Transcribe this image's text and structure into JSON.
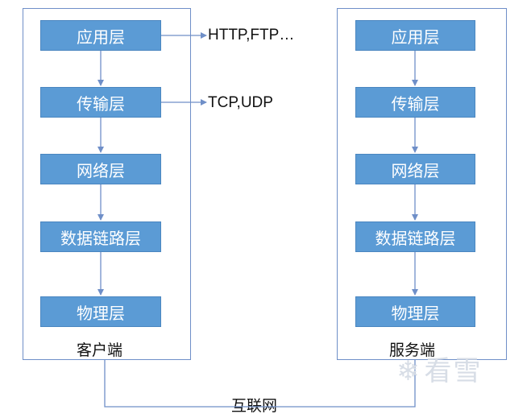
{
  "client": {
    "caption": "客户端",
    "layers": [
      "应用层",
      "传输层",
      "网络层",
      "数据链路层",
      "物理层"
    ]
  },
  "server": {
    "caption": "服务端",
    "layers": [
      "应用层",
      "传输层",
      "网络层",
      "数据链路层",
      "物理层"
    ]
  },
  "protocols": {
    "application": "HTTP,FTP…",
    "transport": "TCP,UDP"
  },
  "network": {
    "label": "互联网"
  },
  "watermark": {
    "text": "看雪",
    "icon": "snowflake-icon"
  },
  "colors": {
    "layer_fill": "#5b9bd5",
    "frame_border": "#6f8fc8",
    "connector": "#6f8fc8"
  }
}
